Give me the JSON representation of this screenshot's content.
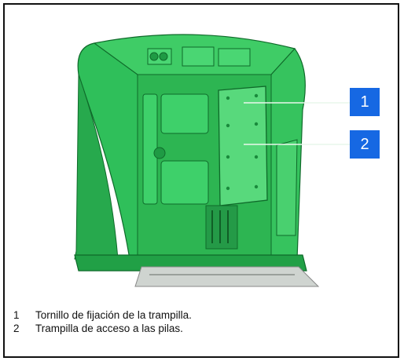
{
  "callouts": [
    {
      "number": "1"
    },
    {
      "number": "2"
    }
  ],
  "legend": [
    {
      "number": "1",
      "text": "Tornillo de fijación de la trampilla."
    },
    {
      "number": "2",
      "text": "Trampilla de acceso a las pilas."
    }
  ],
  "colors": {
    "housing": "#2fbf5a",
    "housing_dark": "#178a3a",
    "housing_light": "#5fdc82",
    "callout": "#1668e3"
  }
}
